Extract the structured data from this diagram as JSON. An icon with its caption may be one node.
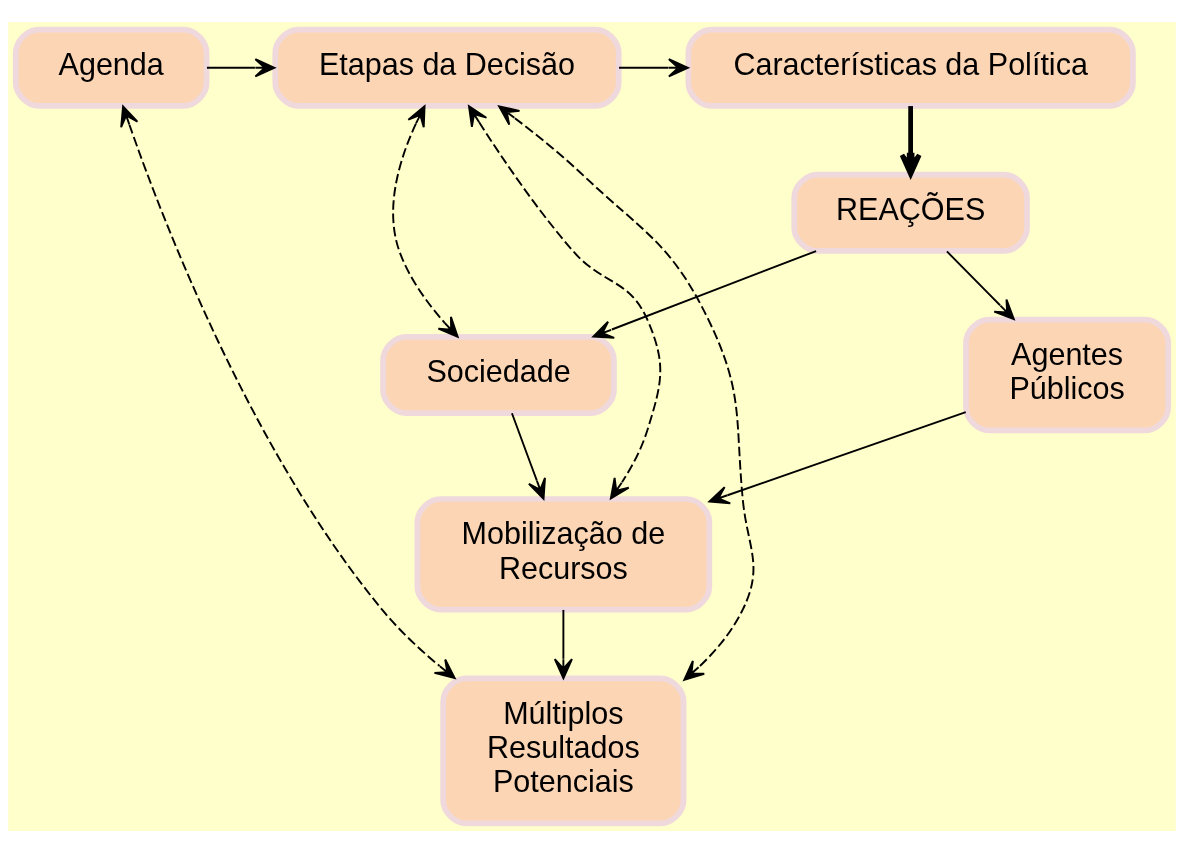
{
  "diagram": {
    "nodes": [
      {
        "text": [
          "Agenda"
        ]
      },
      {
        "text": [
          "Etapas da Decisão"
        ]
      },
      {
        "text": [
          "Características da Política"
        ]
      },
      {
        "text": [
          "REAÇÕES"
        ]
      },
      {
        "text": [
          "Sociedade"
        ]
      },
      {
        "text": [
          "Agentes Públicos"
        ]
      },
      {
        "text": [
          "Mobilização de Recursos"
        ]
      },
      {
        "text": [
          "Múltiplos Resultados Potenciais"
        ]
      }
    ],
    "edges": [
      {
        "from": 0,
        "to": 1,
        "arrow": "to"
      },
      {
        "from": 1,
        "to": 2,
        "arrow": "to"
      },
      {
        "from": 2,
        "to": 3,
        "arrow": "to",
        "style": "thick"
      },
      {
        "from": 3,
        "to": 4,
        "arrow": "to"
      },
      {
        "from": 3,
        "to": 5,
        "arrow": "to"
      },
      {
        "from": 4,
        "to": 6,
        "arrow": "to"
      },
      {
        "from": 5,
        "to": 6,
        "arrow": "to"
      },
      {
        "from": 6,
        "to": 7,
        "arrow": "to"
      },
      {
        "from": 0,
        "to": 7,
        "arrow": "both",
        "style": "dashed"
      },
      {
        "from": 1,
        "to": 4,
        "arrow": "both",
        "style": "dashed"
      },
      {
        "from": 1,
        "to": 6,
        "arrow": "both",
        "style": "dashed"
      },
      {
        "from": 1,
        "to": 7,
        "arrow": "both",
        "style": "dashed"
      }
    ]
  }
}
